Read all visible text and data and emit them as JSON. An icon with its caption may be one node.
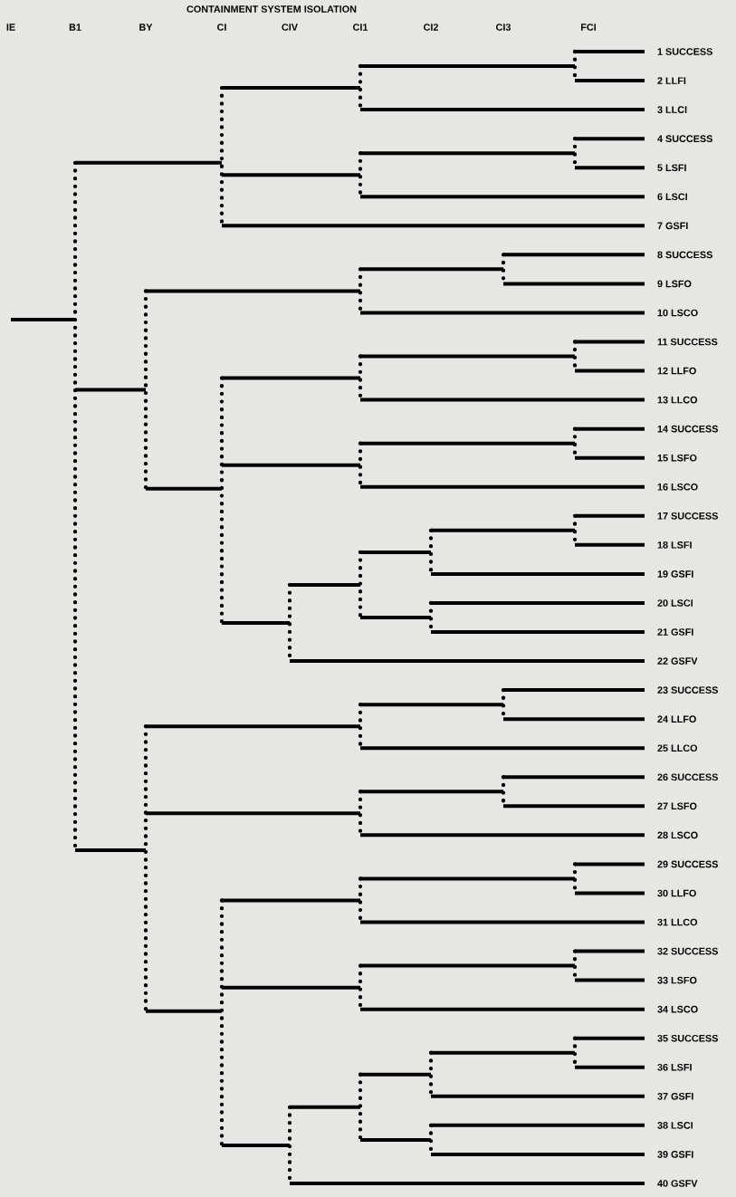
{
  "diagram": {
    "title": "CONTAINMENT SYSTEM ISOLATION",
    "labels": [
      "IE",
      "B1",
      "BY",
      "CI",
      "CIV",
      "CI1",
      "CI2",
      "CI3",
      "FCI",
      "1 SUCCESS",
      "2 LLFI",
      "3 LLCI",
      "4 SUCCESS",
      "5 LSFI",
      "6 LSCI",
      "7 GSFI",
      "8 SUCCESS",
      "9 LSFO",
      "10 LSCO",
      "11 SUCCESS",
      "12 LLFO",
      "13 LLCO",
      "14 SUCCESS",
      "15 LSFO",
      "16 LSCO",
      "17 SUCCESS",
      "18 LSFI",
      "19 GSFI",
      "20 LSCI",
      "21 GSFI",
      "22 GSFV",
      "23 SUCCESS",
      "24 LLFO",
      "25 LLCO",
      "26 SUCCESS",
      "27 LSFO",
      "28 LSCO",
      "29 SUCCESS",
      "30 LLFO",
      "31 LLCO",
      "32 SUCCESS",
      "33 LSFO",
      "34 LSCO",
      "35 SUCCESS",
      "36 LSFI",
      "37 GSFI",
      "38 LSCI",
      "39 GSFI",
      "40 GSFV"
    ]
  }
}
